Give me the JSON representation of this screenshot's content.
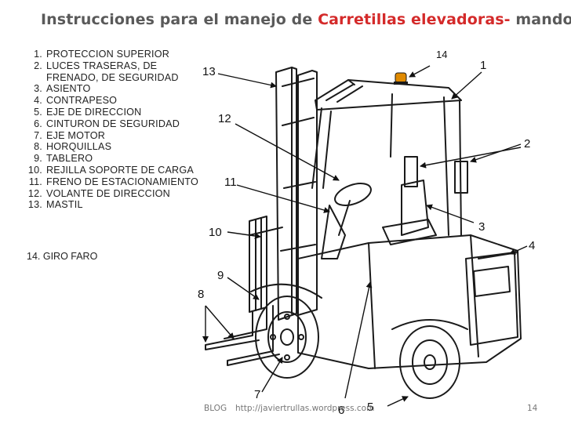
{
  "title": {
    "prefix": "Instrucciones para el manejo de",
    "highlight": "Carretillas elevadoras-",
    "suffix": "mandos-"
  },
  "legend": [
    {
      "num": "1.",
      "text": "PROTECCION SUPERIOR"
    },
    {
      "num": "2.",
      "text": "LUCES TRASERAS, DE FRENADO, DE SEGURIDAD"
    },
    {
      "num": "3.",
      "text": "ASIENTO"
    },
    {
      "num": "4.",
      "text": "CONTRAPESO"
    },
    {
      "num": "5.",
      "text": "EJE DE DIRECCION"
    },
    {
      "num": "6.",
      "text": "CINTURON DE SEGURIDAD"
    },
    {
      "num": "7.",
      "text": "EJE MOTOR"
    },
    {
      "num": "8.",
      "text": "HORQUILLAS"
    },
    {
      "num": "9.",
      "text": "TABLERO"
    },
    {
      "num": "10.",
      "text": "REJILLA SOPORTE DE CARGA"
    },
    {
      "num": "11.",
      "text": "FRENO DE ESTACIONAMIENTO"
    },
    {
      "num": "12.",
      "text": "VOLANTE DE DIRECCION"
    },
    {
      "num": "13.",
      "text": "MASTIL"
    }
  ],
  "extra_item": "14. GIRO FARO",
  "callouts": [
    "1",
    "2",
    "3",
    "4",
    "5",
    "6",
    "7",
    "8",
    "9",
    "10",
    "11",
    "12",
    "13",
    "14"
  ],
  "footer": {
    "blog": "BLOG",
    "url": "http://javiertrullas.wordpress.com",
    "page": "14"
  },
  "colors": {
    "accent": "#d42a2a",
    "title": "#5a5a5a",
    "beacon": "#e08a00"
  }
}
